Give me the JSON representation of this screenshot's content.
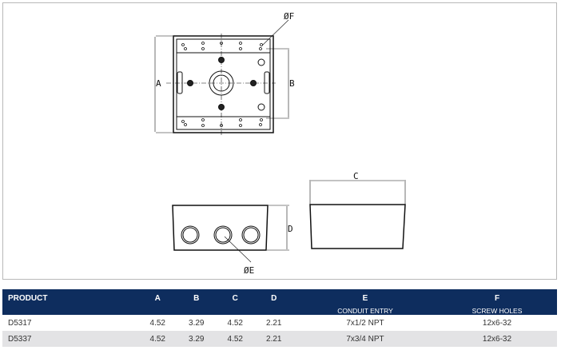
{
  "drawing": {
    "labels": {
      "A": "A",
      "B": "B",
      "C": "C",
      "D": "D",
      "phiE": "ØE",
      "phiF": "ØF"
    }
  },
  "table": {
    "headers": [
      {
        "main": "PRODUCT",
        "sub": ""
      },
      {
        "main": "A",
        "sub": ""
      },
      {
        "main": "B",
        "sub": ""
      },
      {
        "main": "C",
        "sub": ""
      },
      {
        "main": "D",
        "sub": ""
      },
      {
        "main": "E",
        "sub": "CONDUIT ENTRY"
      },
      {
        "main": "F",
        "sub": "SCREW HOLES"
      }
    ],
    "rows": [
      [
        "D5317",
        "4.52",
        "3.29",
        "4.52",
        "2.21",
        "7x1/2 NPT",
        "12x6-32"
      ],
      [
        "D5337",
        "4.52",
        "3.29",
        "4.52",
        "2.21",
        "7x3/4 NPT",
        "12x6-32"
      ]
    ]
  }
}
